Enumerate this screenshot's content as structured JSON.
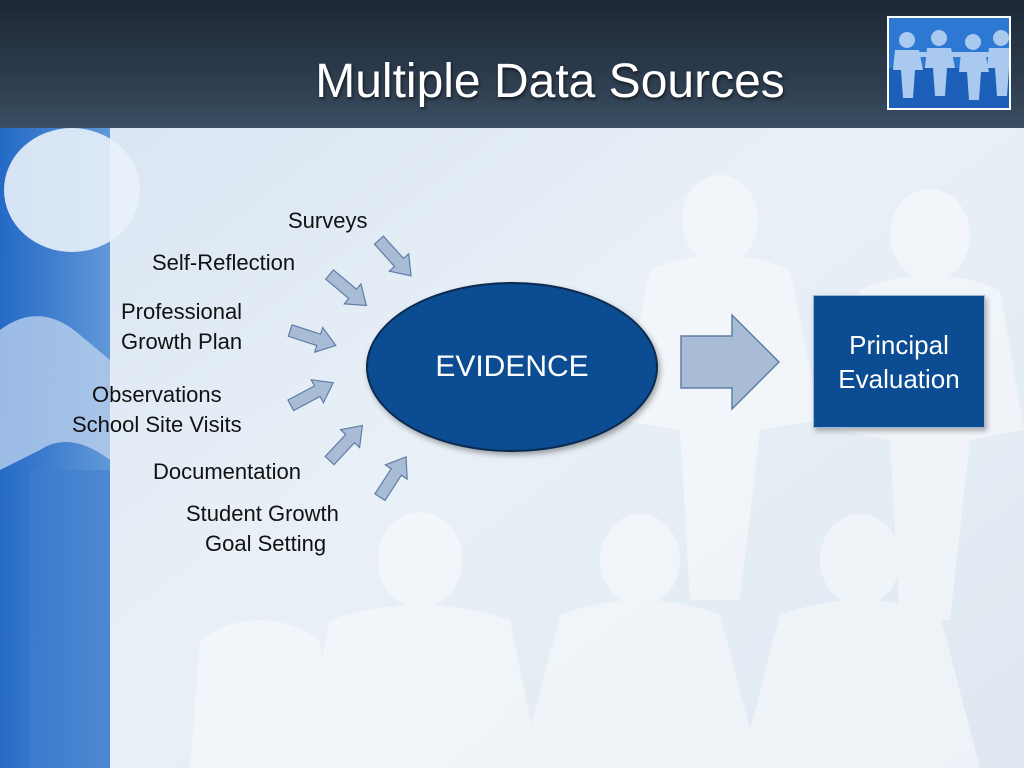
{
  "title": "Multiple Data Sources",
  "sources": {
    "surveys": "Surveys",
    "self_reflection": "Self-Reflection",
    "professional_growth_1": "Professional",
    "professional_growth_2": "Growth Plan",
    "observations_1": "Observations",
    "observations_2": "School Site Visits",
    "documentation": "Documentation",
    "student_growth_1": "Student Growth",
    "student_growth_2": "Goal Setting"
  },
  "evidence": "EVIDENCE",
  "outcome_1": "Principal",
  "outcome_2": "Evaluation",
  "colors": {
    "ellipse_fill": "#0b4c92",
    "arrow_fill": "#a9bcd6",
    "header": "#1d2836"
  },
  "icons": {
    "logo": "paper-people-chain-icon",
    "source_arrows": "block-arrow-icon",
    "main_arrow": "block-arrow-right-icon"
  }
}
